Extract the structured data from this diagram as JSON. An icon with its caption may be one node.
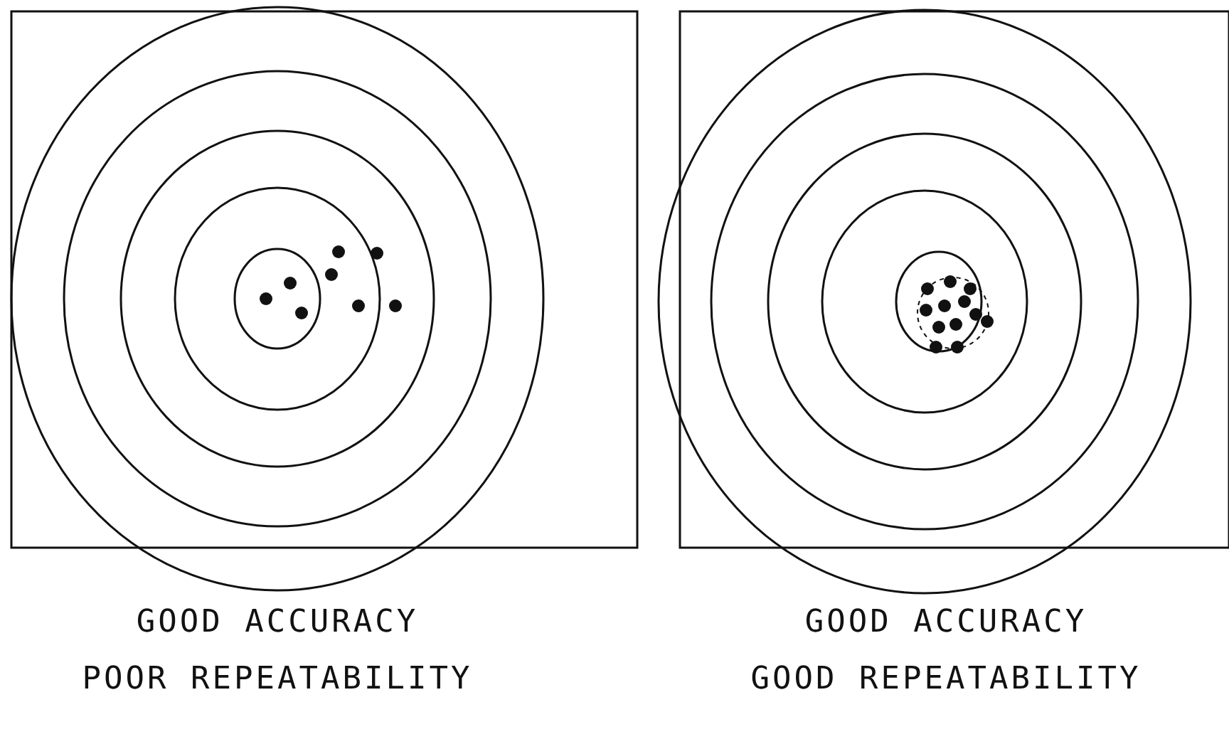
{
  "diagram": {
    "labels": [
      "GOOD ACCURACY",
      "POOR REPEATABILITY",
      "GOOD ACCURACY",
      "GOOD REPEATABILITY"
    ]
  }
}
